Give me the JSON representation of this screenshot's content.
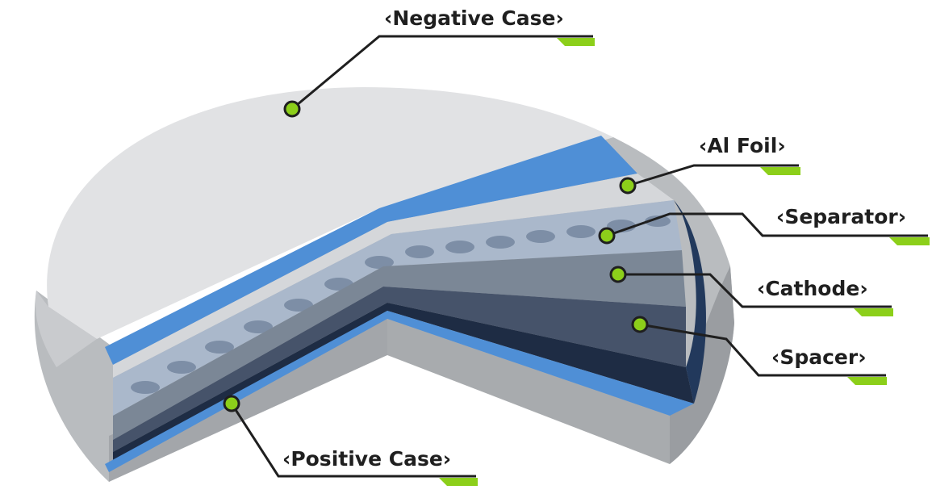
{
  "diagram": {
    "colors": {
      "accent": "#8ccf1a",
      "case_light": "#e1e2e4",
      "case_rim": "#b9bcbf",
      "case_dark": "#8f9296",
      "blue_layer": "#4f8fd6",
      "separator": "#aab8cb",
      "cathode": "#7b8796",
      "spacer": "#46536a",
      "dark_layer": "#1e2c44",
      "leader_line": "#1f1f1f"
    },
    "labels": {
      "negative_case": "Negative Case",
      "al_foil": "Al Foil",
      "separator": "Separator",
      "cathode": "Cathode",
      "spacer": "Spacer",
      "positive_case": "Positive Case"
    },
    "bracket_open": "‹",
    "bracket_close": "›"
  }
}
